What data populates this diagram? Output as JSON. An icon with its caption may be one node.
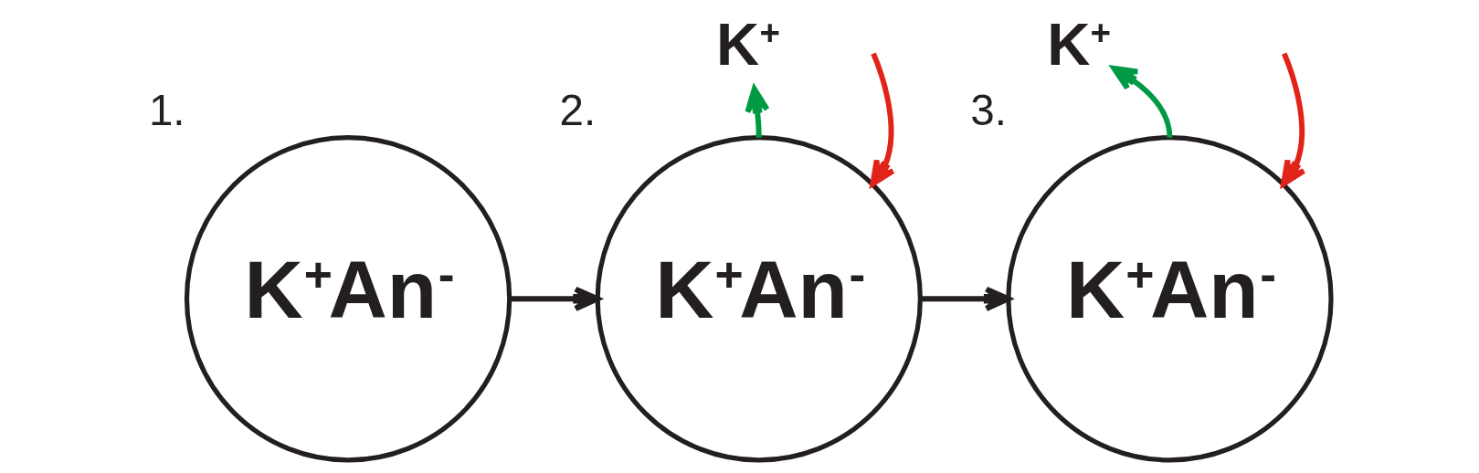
{
  "diagram": {
    "nodes": [
      {
        "text": [
          "K$^{+}$An$^{-}$"
        ],
        "beside": [
          "1."
        ]
      },
      {
        "text": [
          "K$^{+}$An$^{-}$"
        ],
        "beside": [
          "2."
        ]
      },
      {
        "text": [
          "K$^{+}$"
        ]
      },
      {
        "text": [
          "K$^{+}$An$^{-}$"
        ],
        "beside": [
          "3."
        ]
      },
      {
        "text": [
          "K$^{+}$"
        ]
      }
    ],
    "edges": [
      {
        "from": 0,
        "to": 1,
        "arrow": "to"
      },
      {
        "from": 1,
        "to": 3,
        "arrow": "to"
      },
      {
        "from": 1,
        "to": 2,
        "arrow": "to",
        "color": "#009a44"
      },
      {
        "from": null,
        "to": 1,
        "arrow": "to",
        "color": "#e2231a"
      },
      {
        "from": 3,
        "to": 4,
        "arrow": "to",
        "color": "#009a44"
      },
      {
        "from": null,
        "to": 3,
        "arrow": "to",
        "color": "#e2231a"
      }
    ]
  }
}
